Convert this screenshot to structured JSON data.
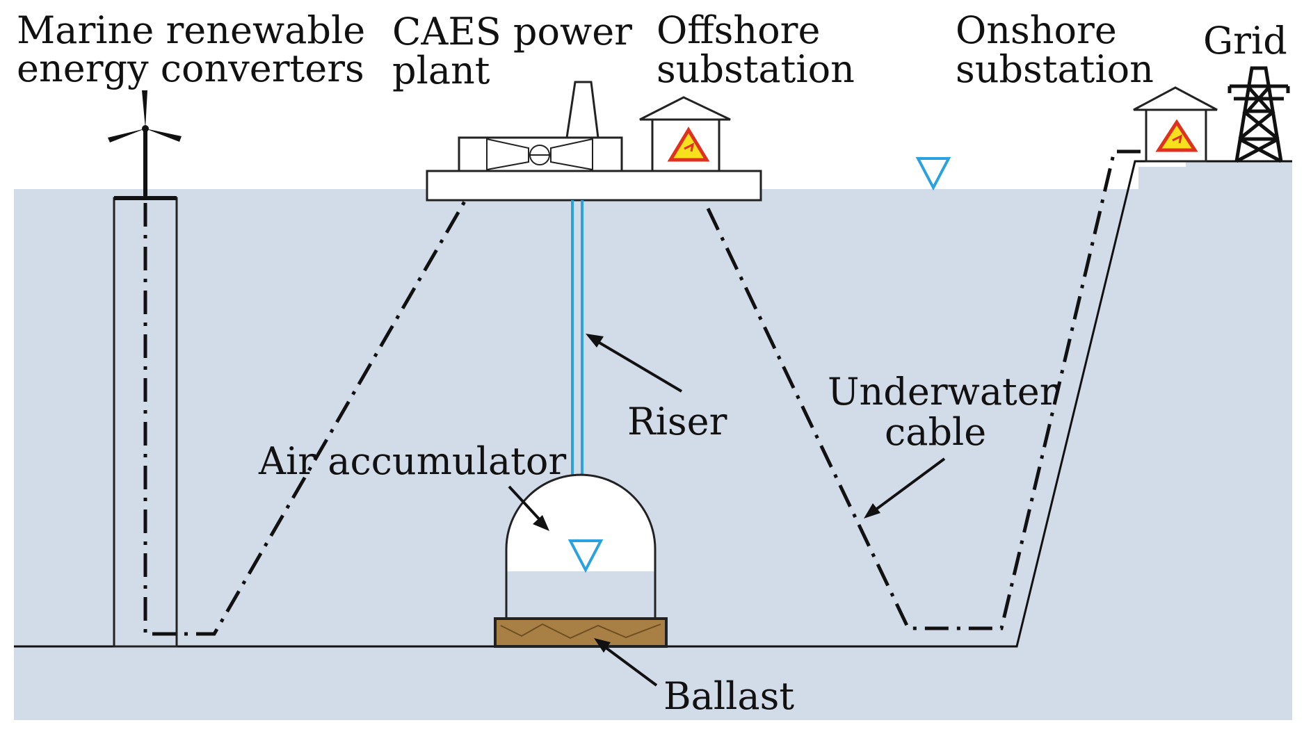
{
  "labels": {
    "marine_line1": "Marine renewable",
    "marine_line2": "energy converters",
    "caes_line1": "CAES power",
    "caes_line2": "plant",
    "offshore_line1": "Offshore",
    "offshore_line2": "substation",
    "onshore_line1": "Onshore",
    "onshore_line2": "substation",
    "grid": "Grid",
    "riser": "Riser",
    "air_accumulator": "Air accumulator",
    "underwater_line1": "Underwater",
    "underwater_line2": "cable",
    "ballast": "Ballast"
  },
  "colors": {
    "sea": "#d2dbe8",
    "water_level_marker": "#2aa2e0",
    "riser": "#2aa2e0",
    "substation_warning_fill": "#f7e11c",
    "substation_warning_border": "#e0301e",
    "ballast": "#a87f45"
  }
}
